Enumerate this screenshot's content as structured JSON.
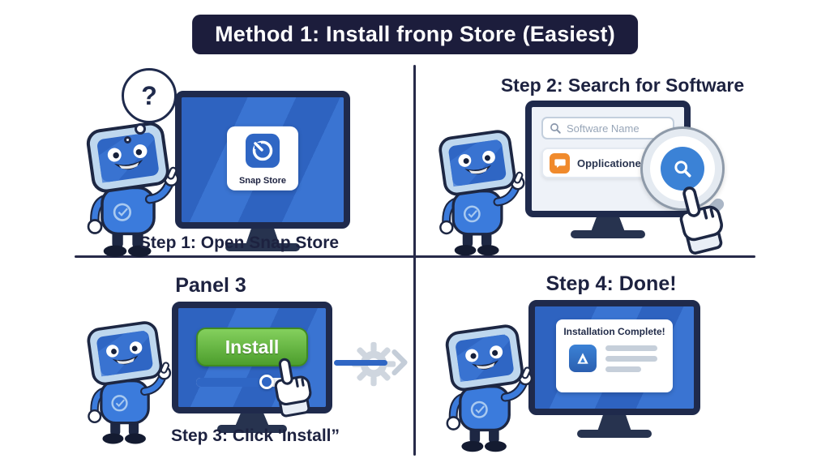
{
  "banner": {
    "title": "Method 1: Install fronp Store (Easiest)"
  },
  "panel1": {
    "thought_mark": "?",
    "store_card_label": "Snap Store",
    "caption": "Step 1: Open Snap Store"
  },
  "panel2": {
    "heading": "Step 2: Search for Software",
    "search_placeholder": "Software Name",
    "result_label": "Opplicatione N"
  },
  "panel3": {
    "heading": "Panel 3",
    "install_label": "Install",
    "progress_percent": 63,
    "caption": "Step 3: Click 'Install”"
  },
  "panel4": {
    "heading": "Step 4: Done!",
    "card_title": "Installation Complete!"
  },
  "icons": {
    "snap_store_icon": "blue-rounded-square-aperture",
    "search_icon": "magnifier",
    "result_app_icon": "orange-chat-bubble",
    "magnifier_lens_icon": "blue-circle-magnifier",
    "hand_cursor_icon": "pointing-hand",
    "gear_icon": "gear",
    "complete_app_icon": "blue-triangle-logo",
    "thought_bubble_icon": "question-mark-bubble",
    "robot_mascot": "blue-robot-character"
  },
  "colors": {
    "banner_bg": "#1c1d3c",
    "ink": "#1d2240",
    "screen_blue": "#2f66c4",
    "install_green": "#55a832",
    "result_orange": "#f08a2c",
    "progress_blue": "#2f66c4"
  }
}
